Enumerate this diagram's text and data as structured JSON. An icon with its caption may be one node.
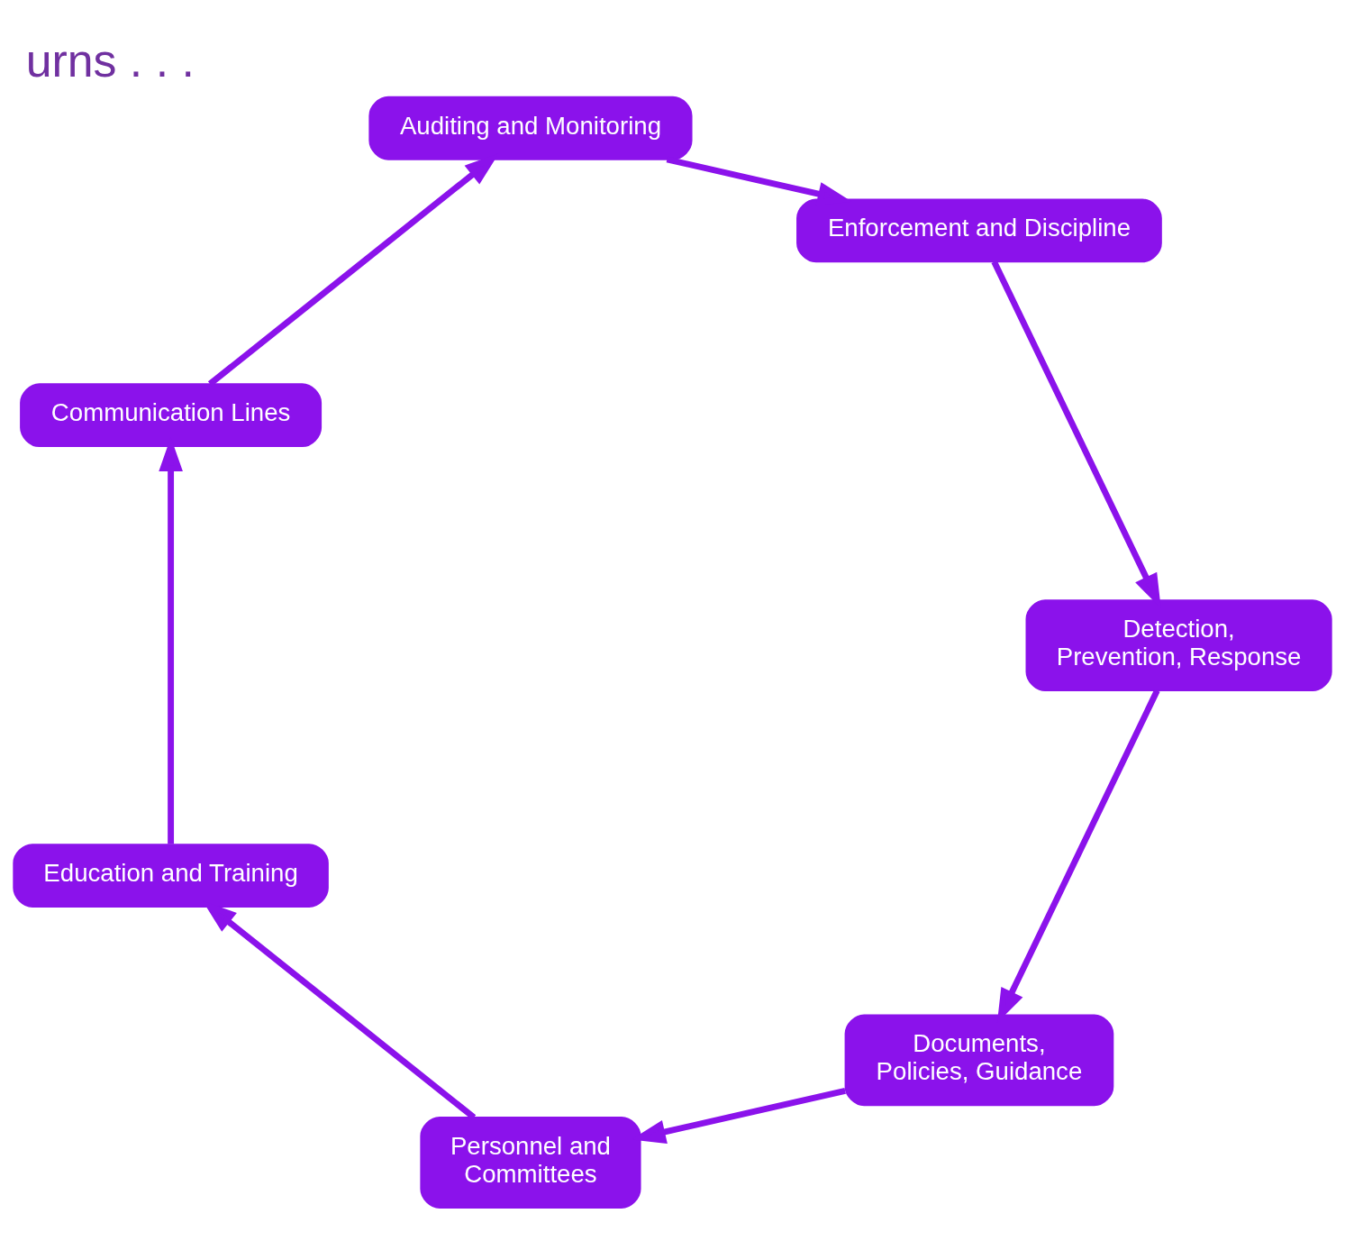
{
  "diagram": {
    "title": "urns . . .",
    "nodes": [
      {
        "text": [
          "Documents,",
          "Policies, Guidance"
        ]
      },
      {
        "text": [
          "Personnel and",
          "Committees"
        ]
      },
      {
        "text": [
          "Education and Training"
        ]
      },
      {
        "text": [
          "Communication Lines"
        ]
      },
      {
        "text": [
          "Auditing and Monitoring"
        ]
      },
      {
        "text": [
          "Enforcement and Discipline"
        ]
      },
      {
        "text": [
          "Detection,",
          "Prevention, Response"
        ]
      }
    ],
    "edges": [
      {
        "from": 0,
        "to": 1,
        "arrow": "to"
      },
      {
        "from": 1,
        "to": 2,
        "arrow": "to"
      },
      {
        "from": 2,
        "to": 3,
        "arrow": "to"
      },
      {
        "from": 3,
        "to": 4,
        "arrow": "to"
      },
      {
        "from": 4,
        "to": 5,
        "arrow": "to"
      },
      {
        "from": 5,
        "to": 6,
        "arrow": "to"
      },
      {
        "from": 6,
        "to": 0,
        "arrow": "to"
      }
    ]
  }
}
